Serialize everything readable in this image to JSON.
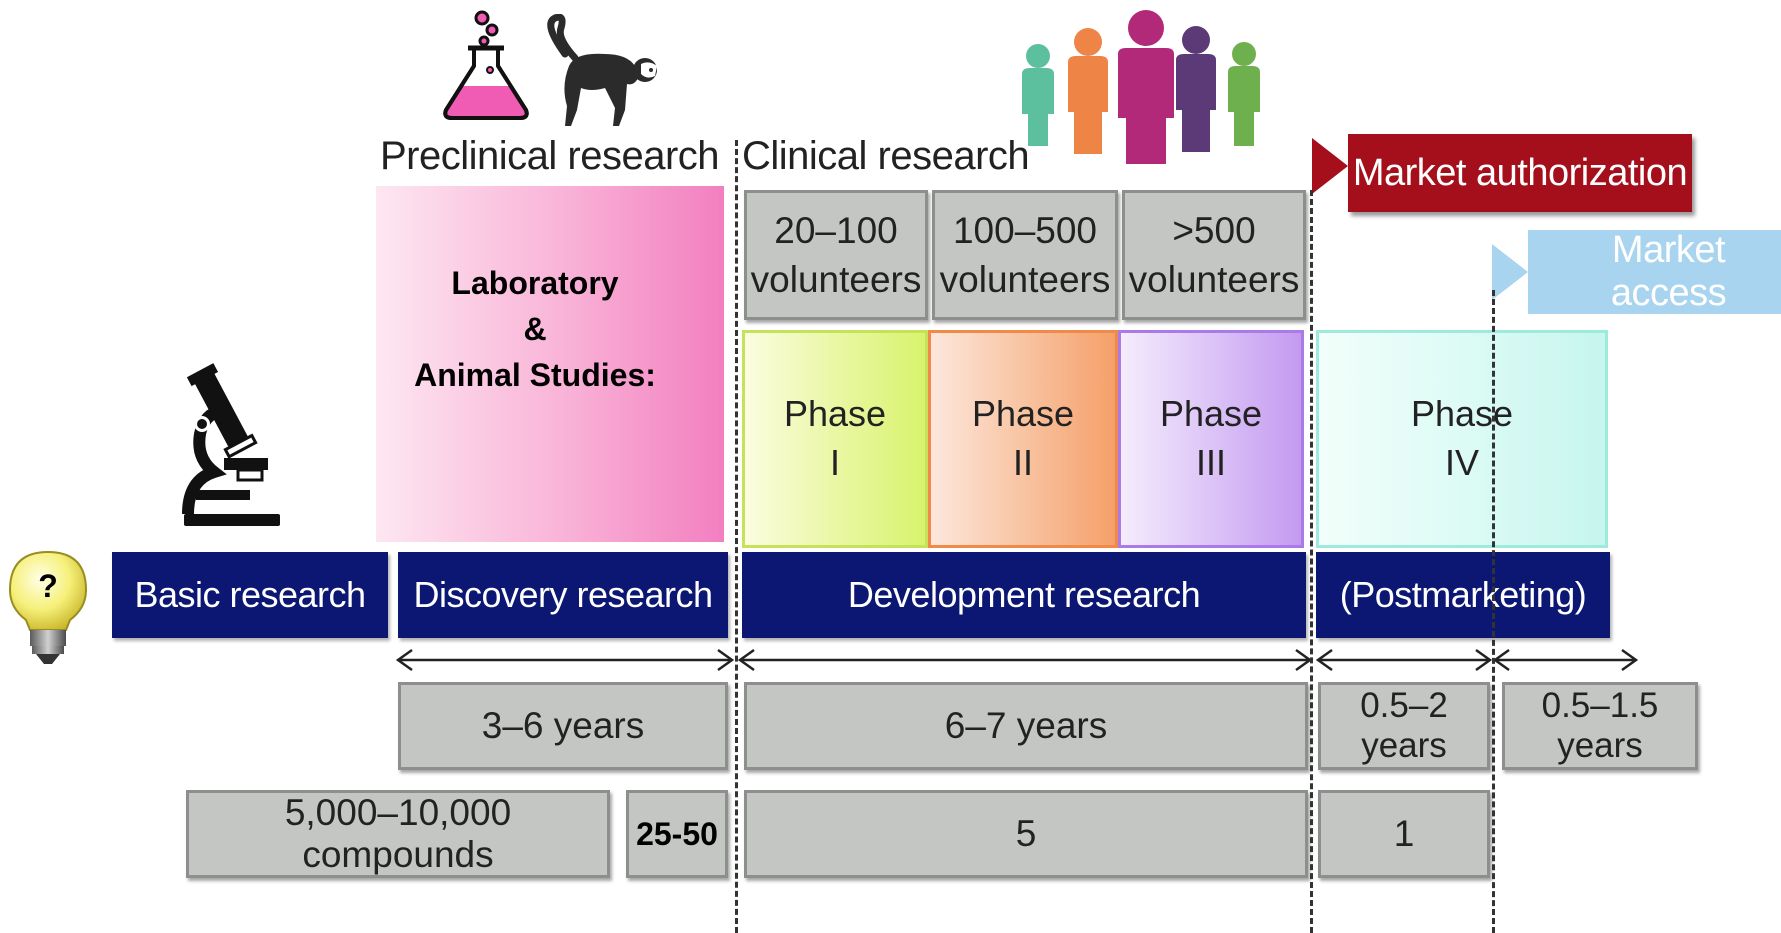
{
  "headings": {
    "preclinical": "Preclinical research",
    "clinical": "Clinical research"
  },
  "preclinical_box": {
    "line1": "Laboratory",
    "line2": "&",
    "line3": "Animal Studies:"
  },
  "volunteers": [
    {
      "count": "20–100",
      "label": "volunteers"
    },
    {
      "count": "100–500",
      "label": "volunteers"
    },
    {
      "count": ">500",
      "label": "volunteers"
    }
  ],
  "phases": [
    {
      "word": "Phase",
      "numeral": "I"
    },
    {
      "word": "Phase",
      "numeral": "II"
    },
    {
      "word": "Phase",
      "numeral": "III"
    },
    {
      "word": "Phase",
      "numeral": "IV"
    }
  ],
  "market": {
    "authorization": "Market authorization",
    "access": "Market access"
  },
  "stages": {
    "basic": "Basic research",
    "discovery": "Discovery research",
    "development": "Development research",
    "postmarketing": "(Postmarketing)"
  },
  "durations": {
    "discovery": "3–6 years",
    "development": "6–7 years",
    "postmarketing": "0.5–2 years",
    "access": "0.5–1.5 years"
  },
  "compounds": {
    "initial": "5,000–10,000 compounds",
    "preclinical": "25-50",
    "clinical": "5",
    "approved": "1"
  },
  "icons": {
    "idea": "?"
  },
  "colors": {
    "navy": "#0c1774",
    "grey": "#c3c6c2",
    "market_authorization": "#a50f1c",
    "market_access": "#a9d4ef",
    "preclinical_pink": "#f27fc0",
    "phase1": "#d8f36e",
    "phase2": "#f5a06a",
    "phase3": "#c49af0",
    "phase4": "#c6f6ee"
  }
}
